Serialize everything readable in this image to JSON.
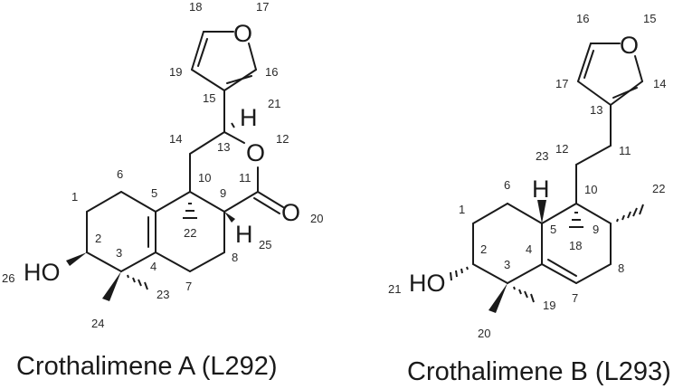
{
  "compounds": [
    {
      "name": "Crothalimene A (L292)",
      "atoms": {
        "ring_oxygen": "O",
        "lactone_oxygen": "O",
        "carbonyl_oxygen": "O",
        "hydroxyl": "HO",
        "h13": "H",
        "h9": "H"
      },
      "numbers": [
        "1",
        "2",
        "3",
        "4",
        "5",
        "6",
        "7",
        "8",
        "9",
        "10",
        "11",
        "12",
        "13",
        "14",
        "15",
        "16",
        "17",
        "18",
        "19",
        "20",
        "21",
        "22",
        "23",
        "24",
        "25",
        "26"
      ]
    },
    {
      "name": "Crothalimene B (L293)",
      "atoms": {
        "ring_oxygen": "O",
        "hydroxyl": "HO",
        "h5": "H"
      },
      "numbers": [
        "1",
        "2",
        "3",
        "4",
        "5",
        "6",
        "7",
        "8",
        "9",
        "10",
        "11",
        "12",
        "13",
        "14",
        "15",
        "16",
        "17",
        "18",
        "19",
        "20",
        "21",
        "22",
        "23"
      ]
    }
  ]
}
